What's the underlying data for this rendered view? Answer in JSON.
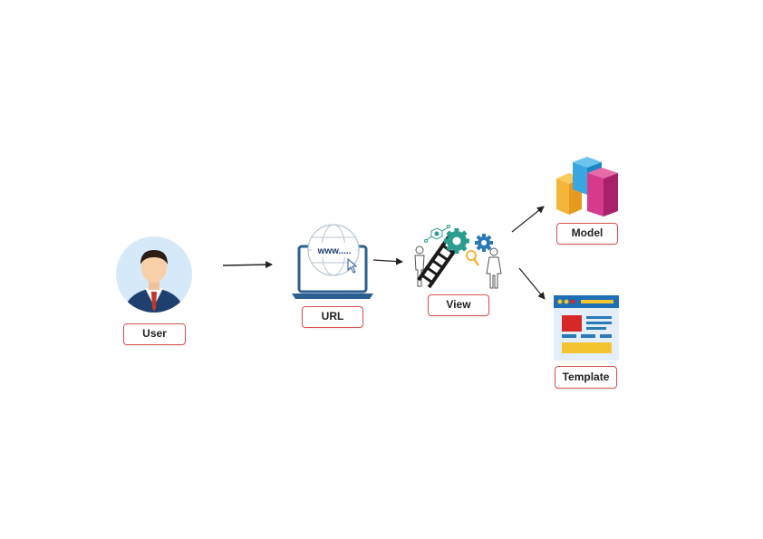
{
  "nodes": {
    "user": {
      "label": "User",
      "icon": "businessman-avatar-icon"
    },
    "url": {
      "label": "URL",
      "icon": "laptop-globe-icon",
      "screen_text": "www....."
    },
    "view": {
      "label": "View",
      "icon": "people-ladder-gears-icon"
    },
    "model": {
      "label": "Model",
      "icon": "colored-cubes-icon"
    },
    "template": {
      "label": "Template",
      "icon": "webpage-layout-icon"
    }
  },
  "colors": {
    "label_border": "#d9534f",
    "arrow": "#222222",
    "laptop": "#2a5f8f",
    "gear_teal": "#2a9d8f",
    "gear_blue": "#2a7ab8",
    "cube_yellow": "#f4b63a",
    "cube_blue": "#3aa7e0",
    "cube_magenta": "#d63a8a",
    "template_header": "#1e6fb5",
    "template_red": "#d62828",
    "template_yellow": "#f4c430"
  }
}
